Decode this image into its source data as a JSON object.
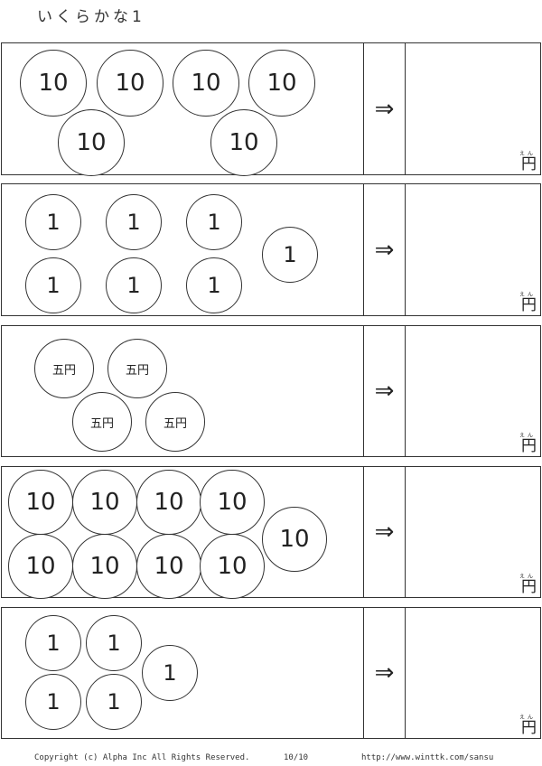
{
  "title": "いくらかな1",
  "arrow": "⇒",
  "yen": "円",
  "yen_ruby": "えん",
  "rows": [
    {
      "coins": [
        "10",
        "10",
        "10",
        "10",
        "10",
        "10"
      ]
    },
    {
      "coins": [
        "1",
        "1",
        "1",
        "1",
        "1",
        "1",
        "1"
      ]
    },
    {
      "coins": [
        "五円",
        "五円",
        "五円",
        "五円"
      ]
    },
    {
      "coins": [
        "10",
        "10",
        "10",
        "10",
        "10",
        "10",
        "10",
        "10",
        "10"
      ]
    },
    {
      "coins": [
        "1",
        "1",
        "1",
        "1",
        "1"
      ]
    }
  ],
  "footer": {
    "copyright": "Copyright (c) Alpha Inc All Rights Reserved.",
    "page": "10/10",
    "url": "http://www.winttk.com/sansu"
  }
}
